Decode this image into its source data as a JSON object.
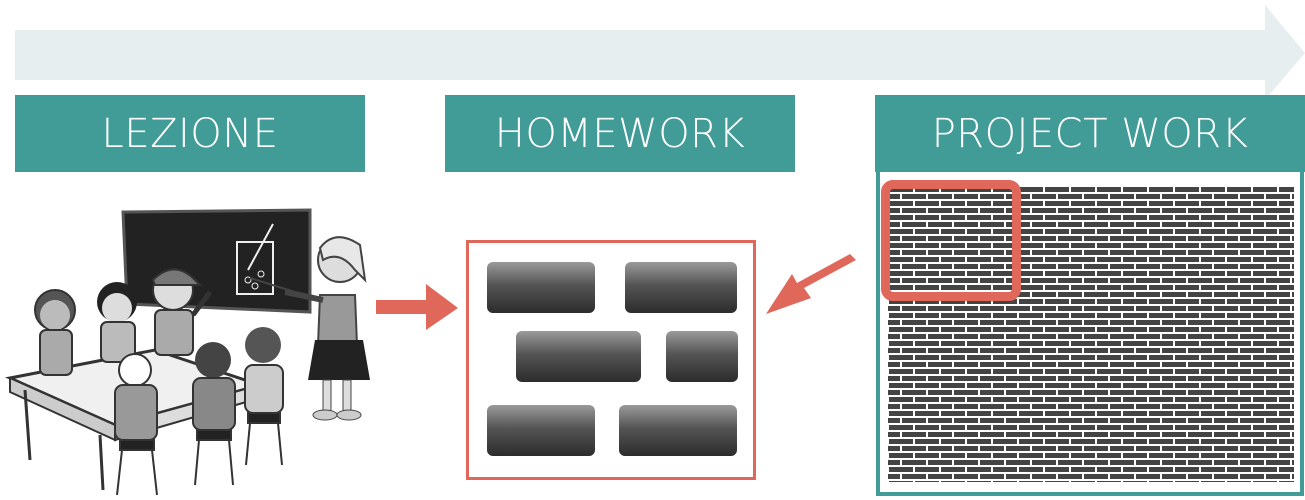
{
  "stages": [
    {
      "label": "LEZIONE"
    },
    {
      "label": "HOMEWORK"
    },
    {
      "label": "PROJECT WORK"
    }
  ],
  "colors": {
    "teal": "#419c98",
    "coral": "#e0685a",
    "timeline": "#e6eeef",
    "dark_gray": "#333333"
  },
  "icons": {
    "timeline": "right-arrow-icon",
    "lesson": "classroom-illustration",
    "homework": "scattered-bricks",
    "project": "brick-wall",
    "flow": "red-arrow-icon"
  }
}
